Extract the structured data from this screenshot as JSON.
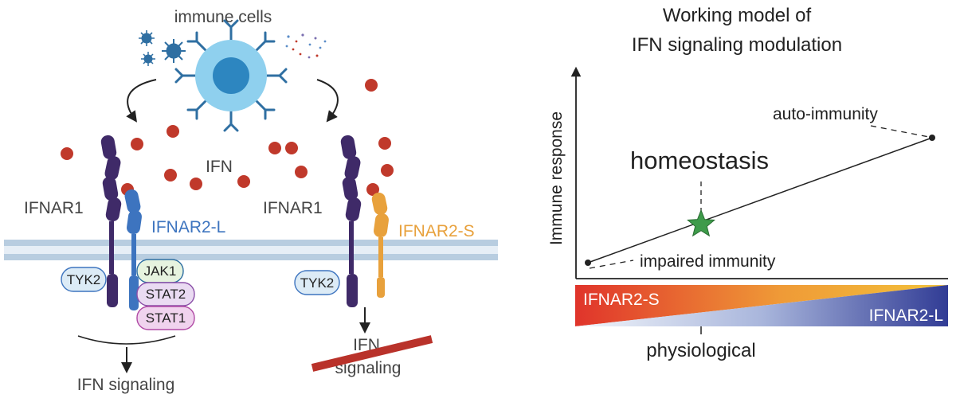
{
  "left_panel": {
    "immune_cells_label": "immune cells",
    "ifn_label": "IFN",
    "receptor_long": {
      "ifnar1_label": "IFNAR1",
      "ifnar2_label": "IFNAR2-L",
      "tyk2_label": "TYK2",
      "jak1_label": "JAK1",
      "stat2_label": "STAT2",
      "stat1_label": "STAT1",
      "output_label": "IFN signaling"
    },
    "receptor_short": {
      "ifnar1_label": "IFNAR1",
      "ifnar2_label": "IFNAR2-S",
      "tyk2_label": "TYK2",
      "output_label_line1": "IFN",
      "output_label_line2": "signaling"
    }
  },
  "right_panel": {
    "title_line1": "Working model of",
    "title_line2": "IFN signaling modulation",
    "y_axis_label": "Immune response",
    "x_axis_label": "physiological",
    "point_low_label": "impaired immunity",
    "point_mid_label": "homeostasis",
    "point_high_label": "auto-immunity",
    "bar_s_label": "IFNAR2-S",
    "bar_l_label": "IFNAR2-L"
  },
  "colors": {
    "ifn_particle": "#c0392b",
    "ifnar1": "#3f2a68",
    "ifnar2_long": "#3d74bf",
    "ifnar2_short": "#e8a13c",
    "membrane": "#b8cde0",
    "cell": "#6cc0e6",
    "jak1_fill": "#e6f3df",
    "stat2_fill": "#eadbf2",
    "stat1_fill": "#f0d3ee",
    "tyk2_fill": "#dcebf6",
    "star": "#3e9b4a",
    "block_bar": "#b9322a",
    "gradient_s_start": "#e0342b",
    "gradient_s_end": "#f3c23a",
    "gradient_l_start": "#eaf1f8",
    "gradient_l_end": "#313c95"
  }
}
